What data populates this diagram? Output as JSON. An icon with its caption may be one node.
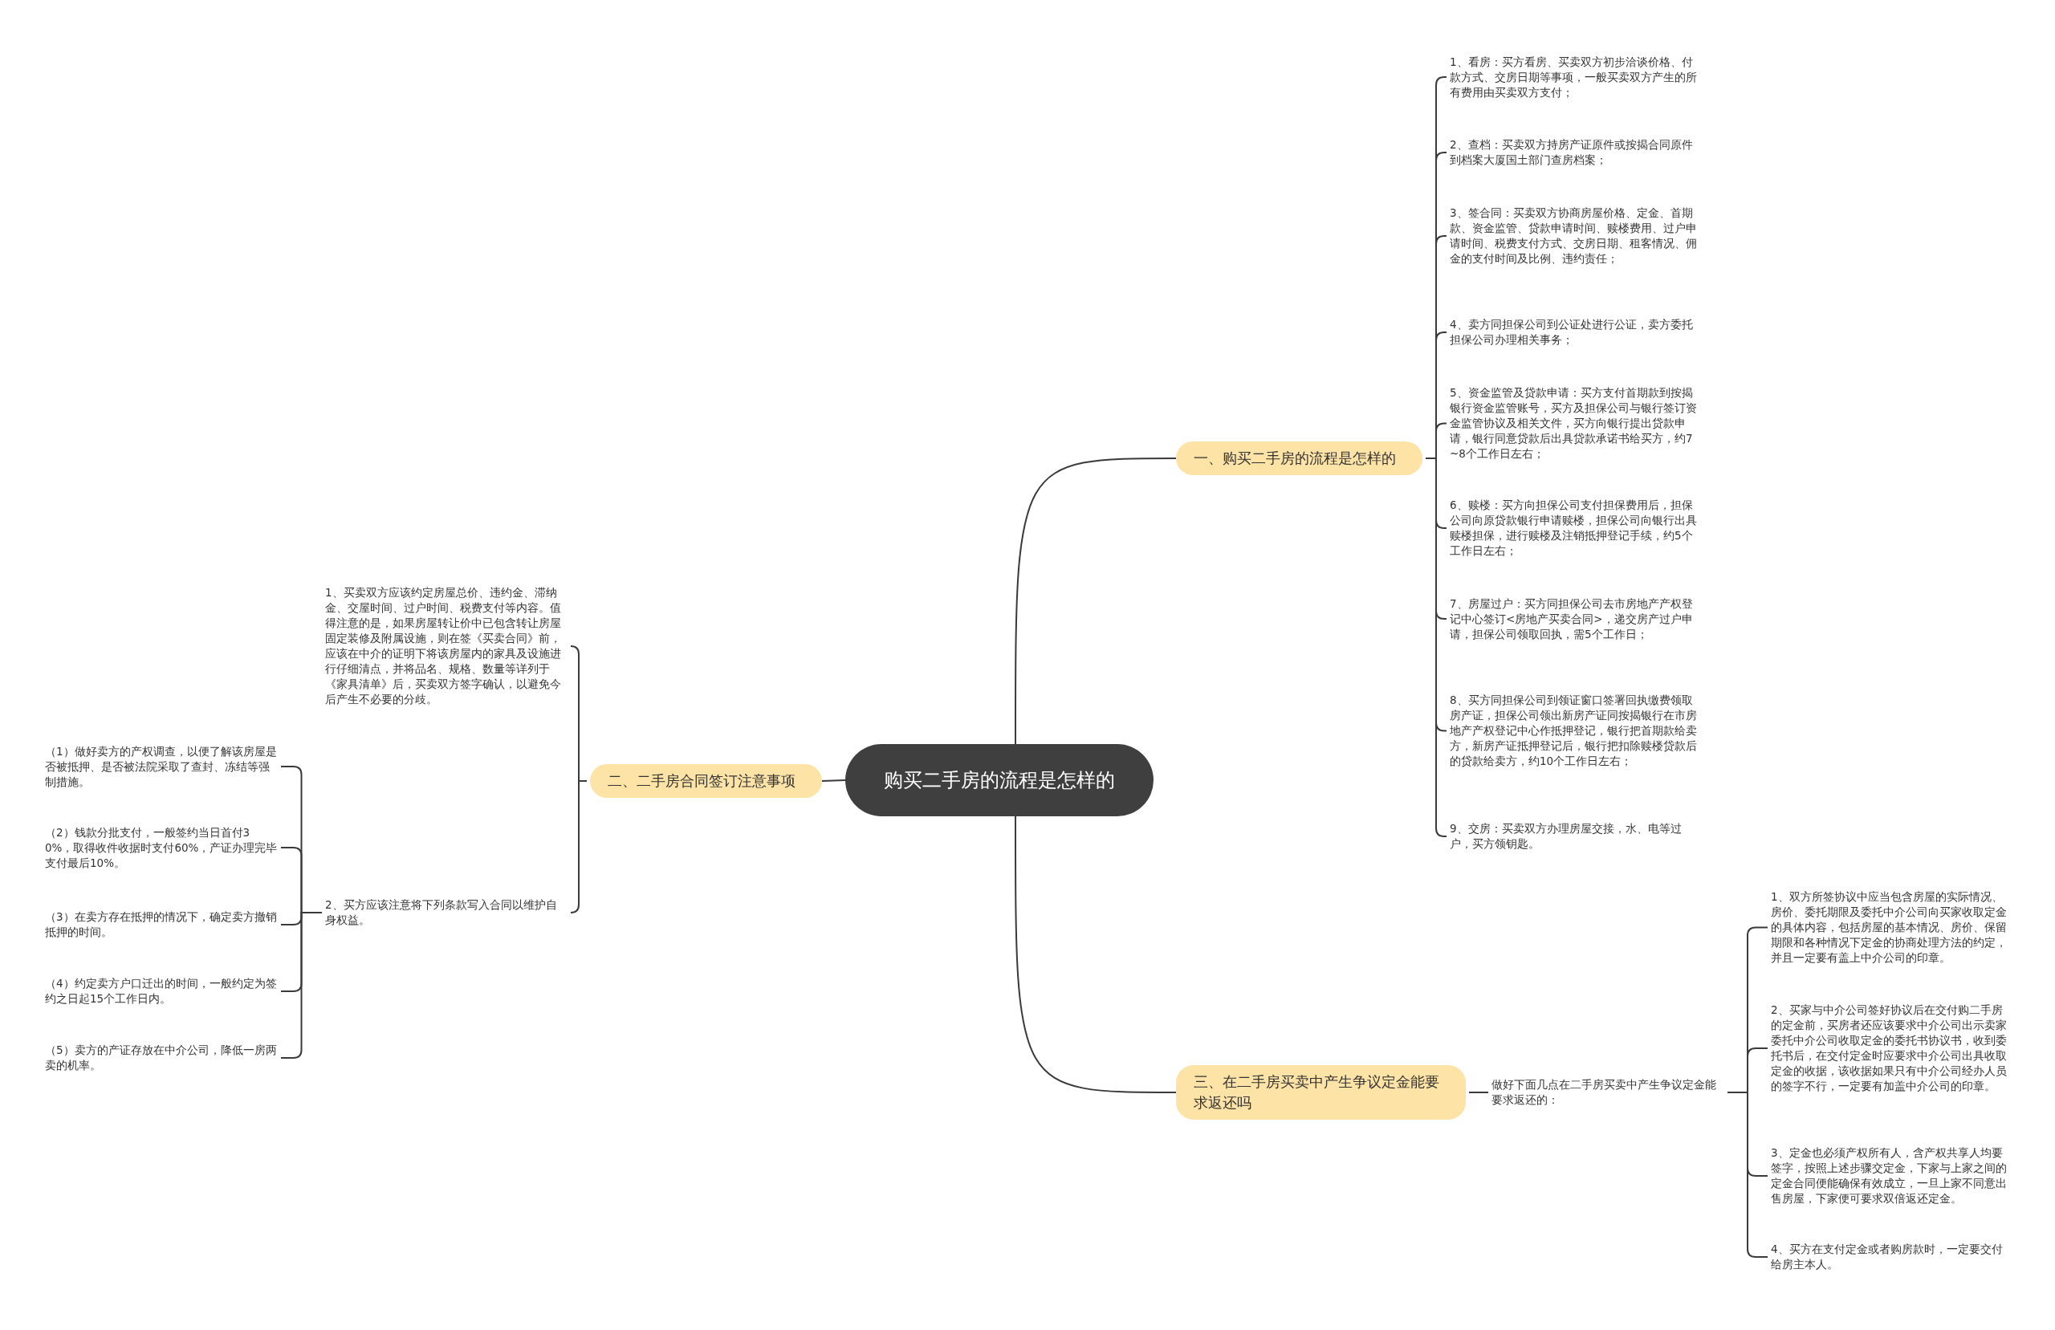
{
  "diagram": {
    "nodes": [
      {
        "text": [
          "购买二手房的流程是怎样的"
        ]
      },
      {
        "text": [
          "一、购买二手房的流程是怎样的"
        ]
      },
      {
        "text": [
          "1、看房：买方看房、买卖双方初步洽谈价格、付款方式、交房日期等事项，一般买卖双方产生的所有费用由买卖双方支付；"
        ]
      },
      {
        "text": [
          "2、查档：买卖双方持房产证原件或按揭合同原件到档案大厦国土部门查房档案；"
        ]
      },
      {
        "text": [
          "3、签合同：买卖双方协商房屋价格、定金、首期款、资金监管、贷款申请时间、赎楼费用、过户申请时间、税费支付方式、交房日期、租客情况、佣金的支付时间及比例、违约责任；"
        ]
      },
      {
        "text": [
          "4、卖方同担保公司到公证处进行公证，卖方委托担保公司办理相关事务；"
        ]
      },
      {
        "text": [
          "5、资金监管及贷款申请：买方支付首期款到按揭银行资金监管账号，买方及担保公司与银行签订资金监管协议及相关文件，买方向银行提出贷款申请，银行同意贷款后出具贷款承诺书给买方，约7~8个工作日左右；"
        ]
      },
      {
        "text": [
          "6、赎楼：买方向担保公司支付担保费用后，担保公司向原贷款银行申请赎楼，担保公司向银行出具赎楼担保，进行赎楼及注销抵押登记手续，约5个工作日左右；"
        ]
      },
      {
        "text": [
          "7、房屋过户：买方同担保公司去市房地产产权登记中心签订<房地产买卖合同>，递交房产过户申请，担保公司领取回执，需5个工作日；"
        ]
      },
      {
        "text": [
          "8、买方同担保公司到领证窗口签署回执缴费领取房产证，担保公司领出新房产证同按揭银行在市房地产产权登记中心作抵押登记，银行把首期款给卖方，新房产证抵押登记后，银行把扣除赎楼贷款后的贷款给卖方，约10个工作日左右；"
        ]
      },
      {
        "text": [
          "9、交房：买卖双方办理房屋交接，水、电等过户，买方领钥匙。"
        ]
      },
      {
        "text": [
          "二、二手房合同签订注意事项"
        ]
      },
      {
        "text": [
          "1、买卖双方应该约定房屋总价、违约金、滞纳金、交屋时间、过户时间、税费支付等内容。值得注意的是，如果房屋转让价中已包含转让房屋固定装修及附属设施，则在签《买卖合同》前，应该在中介的证明下将该房屋内的家具及设施进行仔细清点，并将品名、规格、数量等详列于《家具清单》后，买卖双方签字确认，以避免今后产生不必要的分歧。"
        ]
      },
      {
        "text": [
          "2、买方应该注意将下列条款写入合同以维护自身权益。"
        ]
      },
      {
        "text": [
          "（1）做好卖方的产权调查，以便了解该房屋是否被抵押、是否被法院采取了查封、冻结等强制措施。"
        ]
      },
      {
        "text": [
          "（2）钱款分批支付，一般签约当日首付30%，取得收件收据时支付60%，产证办理完毕支付最后10%。"
        ]
      },
      {
        "text": [
          "（3）在卖方存在抵押的情况下，确定卖方撤销抵押的时间。"
        ]
      },
      {
        "text": [
          "（4）约定卖方户口迁出的时间，一般约定为签约之日起15个工作日内。"
        ]
      },
      {
        "text": [
          "（5）卖方的产证存放在中介公司，降低一房两卖的机率。"
        ]
      },
      {
        "text": [
          "三、在二手房买卖中产生争议定金能要求返还吗"
        ]
      },
      {
        "text": [
          "做好下面几点在二手房买卖中产生争议定金能要求返还的："
        ]
      },
      {
        "text": [
          "1、双方所签协议中应当包含房屋的实际情况、房价、委托期限及委托中介公司向买家收取定金的具体内容，包括房屋的基本情况、房价、保留期限和各种情况下定金的协商处理方法的约定，并且一定要有盖上中介公司的印章。"
        ]
      },
      {
        "text": [
          "2、买家与中介公司签好协议后在交付购二手房的定金前，买房者还应该要求中介公司出示卖家委托中介公司收取定金的委托书协议书，收到委托书后，在交付定金时应要求中介公司出具收取定金的收据，该收据如果只有中介公司经办人员的签字不行，一定要有加盖中介公司的印章。"
        ]
      },
      {
        "text": [
          "3、定金也必须产权所有人，含产权共享人均要签字，按照上述步骤交定金，下家与上家之间的定金合同便能确保有效成立，一旦上家不同意出售房屋，下家便可要求双倍返还定金。"
        ]
      },
      {
        "text": [
          "4、买方在支付定金或者购房款时，一定要交付给房主本人。"
        ]
      }
    ],
    "edges": [
      {
        "from": 0,
        "to": 1,
        "arrow": "none"
      },
      {
        "from": 1,
        "to": 2,
        "arrow": "none"
      },
      {
        "from": 1,
        "to": 3,
        "arrow": "none"
      },
      {
        "from": 1,
        "to": 4,
        "arrow": "none"
      },
      {
        "from": 1,
        "to": 5,
        "arrow": "none"
      },
      {
        "from": 1,
        "to": 6,
        "arrow": "none"
      },
      {
        "from": 1,
        "to": 7,
        "arrow": "none"
      },
      {
        "from": 1,
        "to": 8,
        "arrow": "none"
      },
      {
        "from": 1,
        "to": 9,
        "arrow": "none"
      },
      {
        "from": 1,
        "to": 10,
        "arrow": "none"
      },
      {
        "from": 0,
        "to": 11,
        "arrow": "none"
      },
      {
        "from": 11,
        "to": 12,
        "arrow": "none"
      },
      {
        "from": 11,
        "to": 13,
        "arrow": "none"
      },
      {
        "from": 13,
        "to": 14,
        "arrow": "none"
      },
      {
        "from": 13,
        "to": 15,
        "arrow": "none"
      },
      {
        "from": 13,
        "to": 16,
        "arrow": "none"
      },
      {
        "from": 13,
        "to": 17,
        "arrow": "none"
      },
      {
        "from": 13,
        "to": 18,
        "arrow": "none"
      },
      {
        "from": 0,
        "to": 19,
        "arrow": "none"
      },
      {
        "from": 19,
        "to": 20,
        "arrow": "none"
      },
      {
        "from": 20,
        "to": 21,
        "arrow": "none"
      },
      {
        "from": 20,
        "to": 22,
        "arrow": "none"
      },
      {
        "from": 20,
        "to": 23,
        "arrow": "none"
      },
      {
        "from": 20,
        "to": 24,
        "arrow": "none"
      }
    ]
  }
}
